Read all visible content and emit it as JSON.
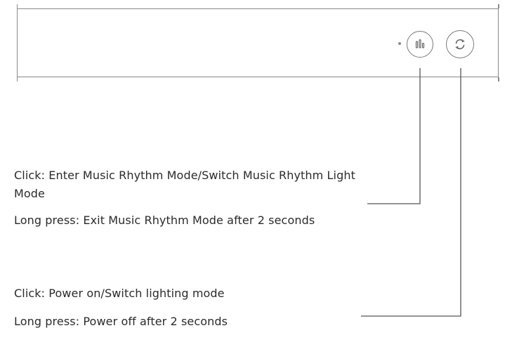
{
  "device": {
    "buttons": [
      {
        "icon": "music-rhythm-icon"
      },
      {
        "icon": "power-switch-icon"
      }
    ]
  },
  "captions": {
    "music_click": "Click: Enter Music Rhythm Mode/Switch Music Rhythm Light Mode",
    "music_long_press": "Long press: Exit Music Rhythm Mode after 2 seconds",
    "power_click": "Click: Power on/Switch lighting mode",
    "power_long_press": "Long press: Power off after 2 seconds"
  },
  "colors": {
    "outline": "#8a8a8a",
    "text": "#2b2b2b"
  }
}
